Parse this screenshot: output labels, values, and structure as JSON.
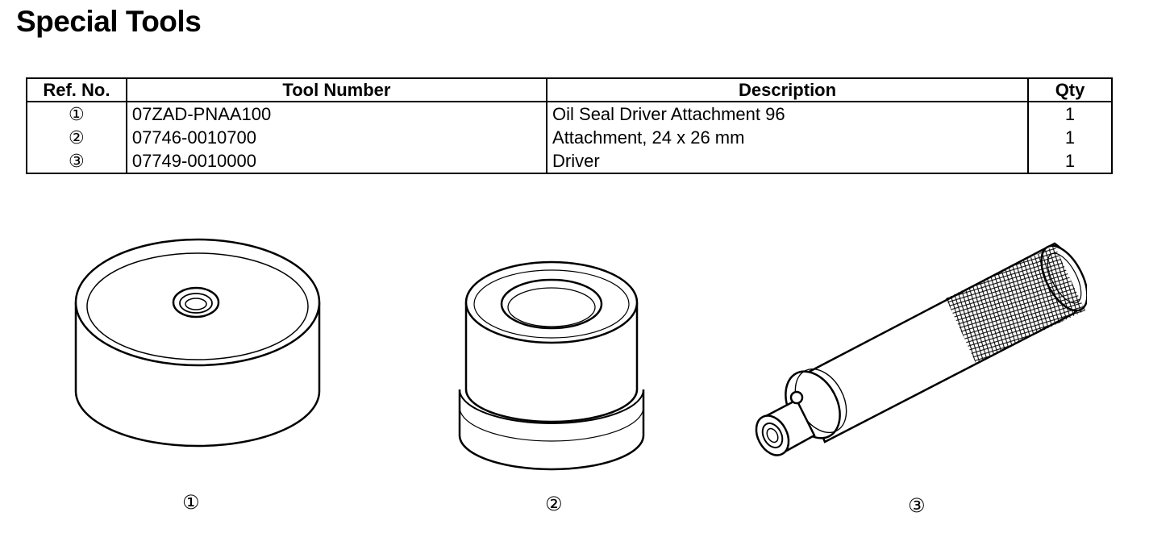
{
  "page_title": "Special Tools",
  "table": {
    "headers": [
      "Ref. No.",
      "Tool Number",
      "Description",
      "Qty"
    ],
    "rows": [
      {
        "ref": "①",
        "tool_number": "07ZAD-PNAA100",
        "description": "Oil Seal Driver Attachment 96",
        "qty": "1"
      },
      {
        "ref": "②",
        "tool_number": "07746-0010700",
        "description": "Attachment, 24 x 26 mm",
        "qty": "1"
      },
      {
        "ref": "③",
        "tool_number": "07749-0010000",
        "description": "Driver",
        "qty": "1"
      }
    ]
  },
  "figures": [
    {
      "ref": "①",
      "icon": "seal-driver-attachment-icon"
    },
    {
      "ref": "②",
      "icon": "stepped-attachment-icon"
    },
    {
      "ref": "③",
      "icon": "knurled-driver-handle-icon"
    }
  ]
}
